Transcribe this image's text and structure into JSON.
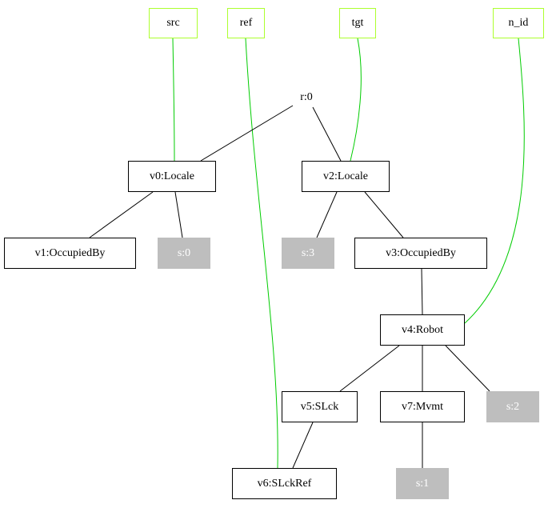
{
  "graph": {
    "kind": "node-edge diagram",
    "root_label": "r:0"
  },
  "nodes": {
    "src": {
      "label": "src",
      "style": "top"
    },
    "ref": {
      "label": "ref",
      "style": "top"
    },
    "tgt": {
      "label": "tgt",
      "style": "top"
    },
    "n_id": {
      "label": "n_id",
      "style": "top"
    },
    "r0": {
      "label": "r:0",
      "style": "plain"
    },
    "v0": {
      "label": "v0:Locale",
      "style": "box"
    },
    "v2": {
      "label": "v2:Locale",
      "style": "box"
    },
    "v1": {
      "label": "v1:OccupiedBy",
      "style": "box"
    },
    "s0": {
      "label": "s:0",
      "style": "gray"
    },
    "s3": {
      "label": "s:3",
      "style": "gray"
    },
    "v3": {
      "label": "v3:OccupiedBy",
      "style": "box"
    },
    "v4": {
      "label": "v4:Robot",
      "style": "box"
    },
    "v5": {
      "label": "v5:SLck",
      "style": "box"
    },
    "v7": {
      "label": "v7:Mvmt",
      "style": "box"
    },
    "s2": {
      "label": "s:2",
      "style": "gray"
    },
    "v6": {
      "label": "v6:SLckRef",
      "style": "box"
    },
    "s1": {
      "label": "s:1",
      "style": "gray"
    }
  },
  "edges": [
    {
      "from": "src",
      "to": "v0:Locale",
      "color": "green"
    },
    {
      "from": "ref",
      "to": "v6:SLckRef",
      "color": "green"
    },
    {
      "from": "tgt",
      "to": "v2:Locale",
      "color": "green"
    },
    {
      "from": "n_id",
      "to": "v4:Robot",
      "color": "green"
    },
    {
      "from": "r:0",
      "to": "v0:Locale",
      "color": "black"
    },
    {
      "from": "r:0",
      "to": "v2:Locale",
      "color": "black"
    },
    {
      "from": "v0:Locale",
      "to": "v1:OccupiedBy",
      "color": "black"
    },
    {
      "from": "v0:Locale",
      "to": "s:0",
      "color": "black"
    },
    {
      "from": "v2:Locale",
      "to": "s:3",
      "color": "black"
    },
    {
      "from": "v2:Locale",
      "to": "v3:OccupiedBy",
      "color": "black"
    },
    {
      "from": "v3:OccupiedBy",
      "to": "v4:Robot",
      "color": "black"
    },
    {
      "from": "v4:Robot",
      "to": "v5:SLck",
      "color": "black"
    },
    {
      "from": "v4:Robot",
      "to": "v7:Mvmt",
      "color": "black"
    },
    {
      "from": "v4:Robot",
      "to": "s:2",
      "color": "black"
    },
    {
      "from": "v5:SLck",
      "to": "v6:SLckRef",
      "color": "black"
    },
    {
      "from": "v7:Mvmt",
      "to": "s:1",
      "color": "black"
    }
  ],
  "colors": {
    "green_edge": "#00cc00",
    "black_edge": "#000000",
    "top_node_border": "#adff2f",
    "gray_node_fill": "#bebebe",
    "gray_node_text": "#ffffff"
  }
}
